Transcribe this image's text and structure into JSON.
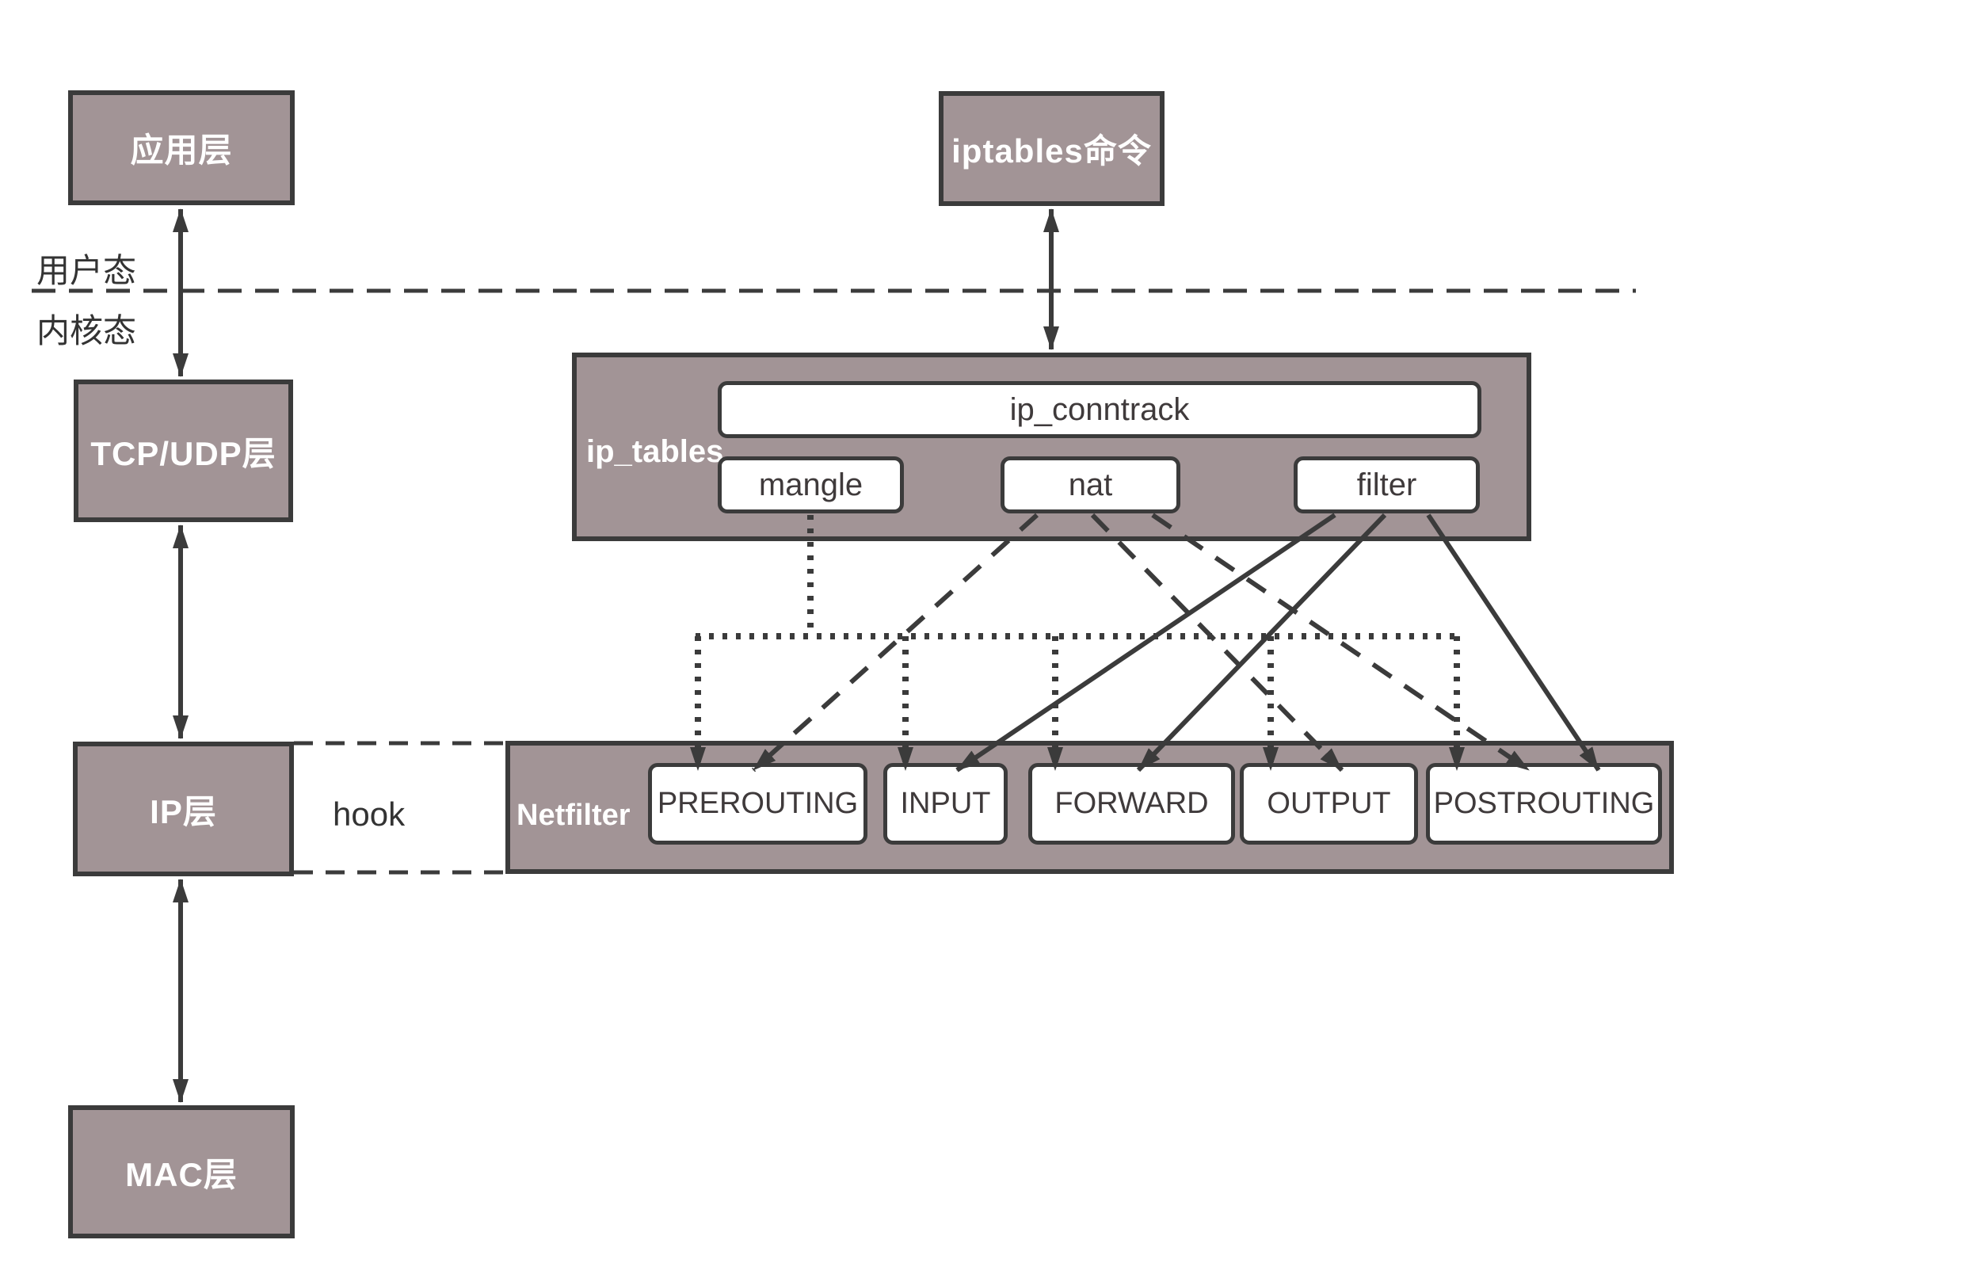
{
  "colors": {
    "box_fill": "#a29496",
    "box_border": "#3b3b3b",
    "line": "#3b3b3b",
    "white": "#ffffff",
    "text_light": "#ffffff",
    "text_dark": "#3f3a3b"
  },
  "left_column": {
    "app_layer": "应用层",
    "tcp_udp_layer": "TCP/UDP层",
    "ip_layer": "IP层",
    "mac_layer": "MAC层"
  },
  "mode_labels": {
    "user": "用户态",
    "kernel": "内核态"
  },
  "iptables_command": "iptables命令",
  "ip_tables_module": {
    "label": "ip_tables",
    "conntrack": "ip_conntrack",
    "tables": [
      "mangle",
      "nat",
      "filter"
    ]
  },
  "netfilter": {
    "label": "Netfilter",
    "hook_label": "hook",
    "chains": [
      "PREROUTING",
      "INPUT",
      "FORWARD",
      "OUTPUT",
      "POSTROUTING"
    ]
  },
  "connections": {
    "mangle": {
      "style": "dotted",
      "targets": [
        "PREROUTING",
        "INPUT",
        "FORWARD",
        "OUTPUT",
        "POSTROUTING"
      ]
    },
    "nat": {
      "style": "dashed",
      "targets": [
        "PREROUTING",
        "OUTPUT",
        "POSTROUTING"
      ]
    },
    "filter": {
      "style": "solid",
      "targets": [
        "INPUT",
        "FORWARD",
        "POSTROUTING"
      ]
    },
    "double_arrows": [
      [
        "应用层",
        "TCP/UDP层"
      ],
      [
        "TCP/UDP层",
        "IP层"
      ],
      [
        "IP层",
        "MAC层"
      ],
      [
        "iptables命令",
        "ip_tables"
      ]
    ]
  }
}
